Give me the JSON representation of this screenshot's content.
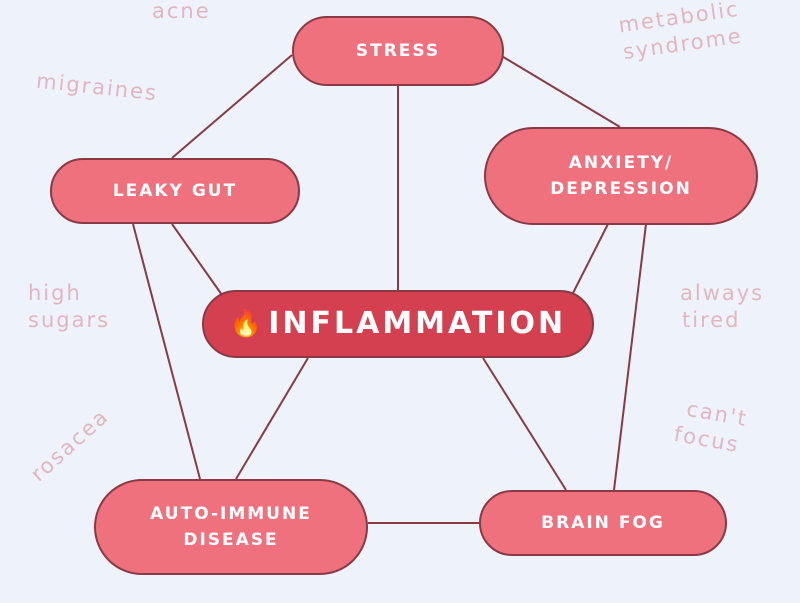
{
  "nodes": {
    "stress": "STRESS",
    "leaky_gut": "LEAKY GUT",
    "anxiety": [
      "ANXIETY/",
      "DEPRESSION"
    ],
    "inflammation": "INFLAMMATION",
    "auto_immune": [
      "AUTO-IMMUNE",
      "DISEASE"
    ],
    "brain_fog": "BRAIN FOG"
  },
  "symptoms": {
    "acne": "acne",
    "migraines": "migraines",
    "metabolic": [
      "metabolic",
      "syndrome"
    ],
    "high_sugars": [
      "high",
      "sugars"
    ],
    "always_tired": [
      "always",
      "tired"
    ],
    "rosacea": "rosacea",
    "cant_focus": [
      "can't",
      "focus"
    ]
  },
  "icons": {
    "center": "fire-icon"
  },
  "colors": {
    "background": "#eef2fb",
    "node_fill": "#f0717e",
    "center_fill": "#d4404f",
    "edge": "#8a3a44",
    "symptom_text": "#e2b6c1"
  }
}
